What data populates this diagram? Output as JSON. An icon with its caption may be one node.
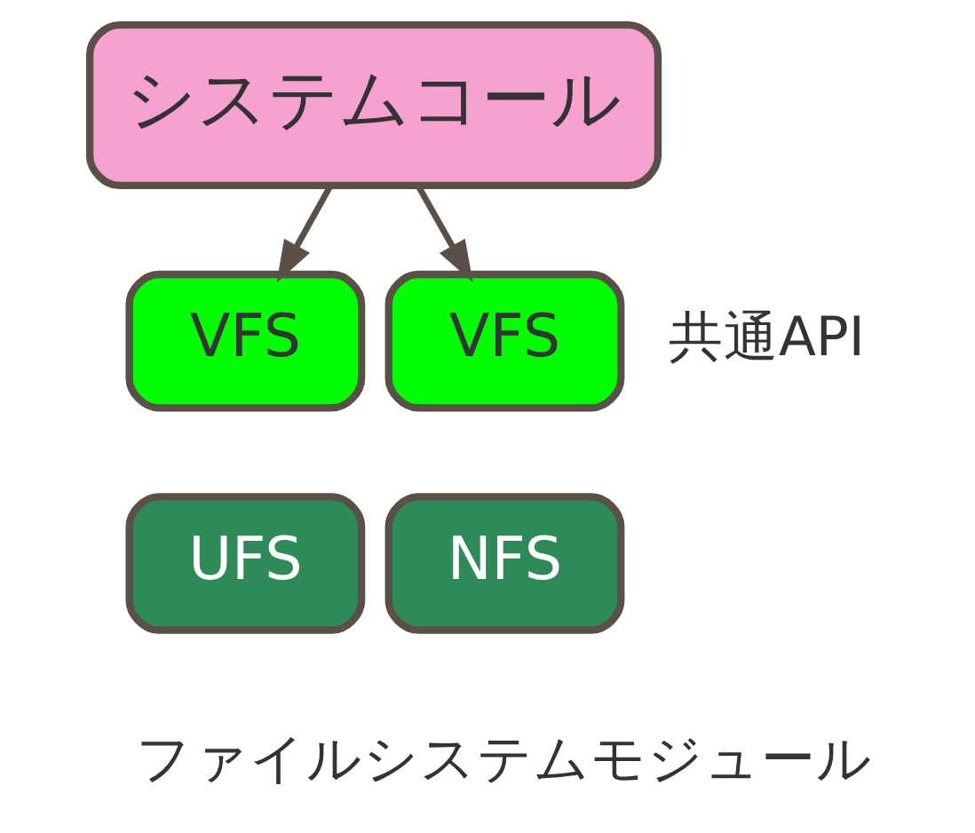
{
  "diagram": {
    "nodes": [
      {
        "text": [
          "システムコール"
        ]
      },
      {
        "text": [
          "VFS"
        ]
      },
      {
        "text": [
          "VFS"
        ]
      },
      {
        "text": [
          "UFS"
        ]
      },
      {
        "text": [
          "NFS"
        ]
      }
    ],
    "edges": [
      {
        "from": 0,
        "to": 1,
        "arrow": "to"
      },
      {
        "from": 0,
        "to": 2,
        "arrow": "to"
      }
    ],
    "labels": [
      "共通API",
      "ファイルシステムモジュール"
    ]
  }
}
